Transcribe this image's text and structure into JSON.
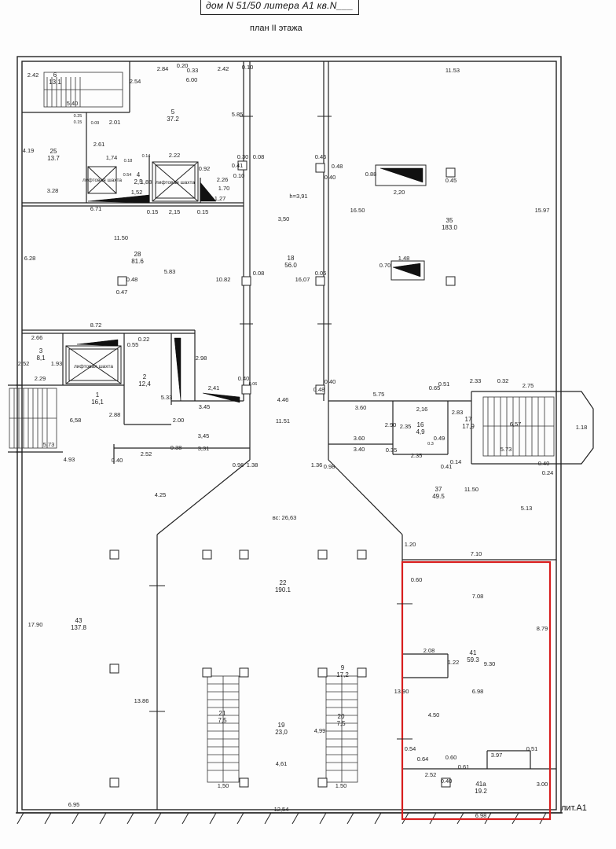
{
  "header": {
    "title": "дом N 51/50 литера A1 кв.N___",
    "plan_title": "план II этажа",
    "litera_label": "лит.A1"
  },
  "colors": {
    "line": "#222222",
    "highlight": "#d81e1e",
    "paper": "#fdfdfd"
  },
  "rooms": [
    {
      "id": "room-6",
      "num": "6",
      "area": "13,1"
    },
    {
      "id": "room-5",
      "num": "5",
      "area": "37.2"
    },
    {
      "id": "room-25",
      "num": "25",
      "area": "13.7"
    },
    {
      "id": "room-4",
      "num": "4",
      "area": "2,5"
    },
    {
      "id": "room-28",
      "num": "28",
      "area": "81.6"
    },
    {
      "id": "room-18",
      "num": "18",
      "area": "56.0"
    },
    {
      "id": "room-35",
      "num": "35",
      "area": "183.0"
    },
    {
      "id": "room-3",
      "num": "3",
      "area": "8,1"
    },
    {
      "id": "room-2",
      "num": "2",
      "area": "12,4"
    },
    {
      "id": "room-1",
      "num": "1",
      "area": "16,1"
    },
    {
      "id": "room-16",
      "num": "16",
      "area": "4,9"
    },
    {
      "id": "room-17",
      "num": "17",
      "area": "17,9"
    },
    {
      "id": "room-37",
      "num": "37",
      "area": "49.5"
    },
    {
      "id": "room-22",
      "num": "22",
      "area": "190.1"
    },
    {
      "id": "room-43",
      "num": "43",
      "area": "137.8"
    },
    {
      "id": "room-41",
      "num": "41",
      "area": "59.3"
    },
    {
      "id": "room-21",
      "num": "21",
      "area": "7,5"
    },
    {
      "id": "room-19",
      "num": "19",
      "area": "23,0"
    },
    {
      "id": "room-20",
      "num": "20",
      "area": "7,5"
    },
    {
      "id": "room-9",
      "num": "9",
      "area": "17,2"
    },
    {
      "id": "room-41a",
      "num": "41а",
      "area": "19.2"
    }
  ],
  "labels": {
    "elevator_shaft": "лифтовая шахта",
    "height": "h=3,91",
    "vs": "вс: 26,63"
  },
  "dimensions": [
    "2.84",
    "0.20",
    "0.33",
    "6.00",
    "2.42",
    "0.10",
    "11.53",
    "2.42",
    "2.54",
    "5.40",
    "0.15",
    "0.25",
    "0.09",
    "2.01",
    "5.85",
    "2.61",
    "4.19",
    "3.28",
    "1,74",
    "0.18",
    "0.14",
    "0.54",
    "1,52",
    "1,88",
    "2.22",
    "0.92",
    "2.26",
    "1.70",
    "0.30",
    "0.41",
    "0.08",
    "0.10",
    "0.48",
    "0.46",
    "0.40",
    "0.88",
    "2,20",
    "0.45",
    "6.71",
    "0.15",
    "2,15",
    "0.15",
    "1,27",
    "16.50",
    "15.97",
    "11.50",
    "3,50",
    "6.28",
    "5.83",
    "10.82",
    "0.08",
    "16,07",
    "0.06",
    "0.70",
    "1,48",
    "0.47",
    "0.48",
    "8.72",
    "2.66",
    "0.55",
    "0.22",
    "2.52",
    "1.93",
    "2.29",
    "2.98",
    "0.40",
    "0.06",
    "2,41",
    "5.33",
    "3.45",
    "4.46",
    "11.51",
    "0.40",
    "0.48",
    "5.75",
    "0.65",
    "0.51",
    "2.33",
    "0.32",
    "2.75",
    "2,16",
    "2.83",
    "2.88",
    "6,58",
    "5,73",
    "2.00",
    "3.60",
    "2.90",
    "2.35",
    "6,57",
    "1.18",
    "5.73",
    "3,45",
    "3,31",
    "3.60",
    "3.40",
    "0.35",
    "0.49",
    "0.3",
    "2.35",
    "0.41",
    "0.14",
    "0.40",
    "0.24",
    "4.93",
    "0.40",
    "2.52",
    "0.38",
    "0.96",
    "1.38",
    "1.36",
    "0.98",
    "4.25",
    "11.50",
    "5.13",
    "7.10",
    "1.20",
    "0.60",
    "7.08",
    "8.79",
    "2.08",
    "1.22",
    "9.30",
    "6.98",
    "17.90",
    "13.86",
    "13.90",
    "4.50",
    "4,99",
    "4,61",
    "0.54",
    "0.64",
    "0.60",
    "0.61",
    "3.97",
    "0.51",
    "2.52",
    "0.40",
    "3.00",
    "6.95",
    "12,54",
    "1,50",
    "1.50",
    "6.98"
  ]
}
